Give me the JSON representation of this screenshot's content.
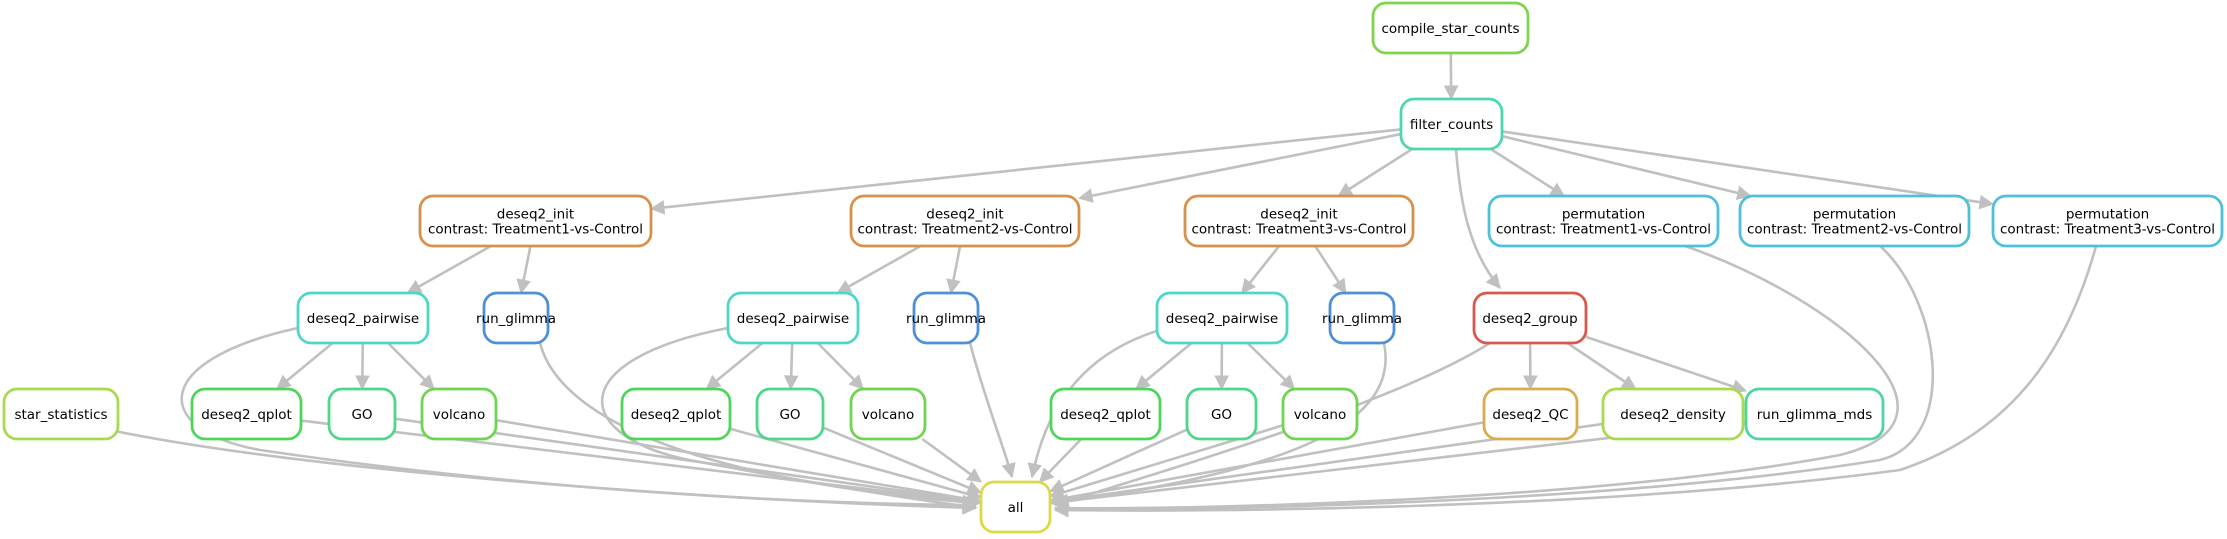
{
  "nodes": {
    "compile": {
      "lines": [
        "compile_star_counts"
      ],
      "color": "#7dd44e"
    },
    "filter": {
      "lines": [
        "filter_counts"
      ],
      "color": "#4ed6b0"
    },
    "init1": {
      "lines": [
        "deseq2_init",
        "contrast: Treatment1-vs-Control"
      ],
      "color": "#d9914a"
    },
    "init2": {
      "lines": [
        "deseq2_init",
        "contrast: Treatment2-vs-Control"
      ],
      "color": "#d9914a"
    },
    "init3": {
      "lines": [
        "deseq2_init",
        "contrast: Treatment3-vs-Control"
      ],
      "color": "#d9914a"
    },
    "perm1": {
      "lines": [
        "permutation",
        "contrast: Treatment1-vs-Control"
      ],
      "color": "#4ec0d9"
    },
    "perm2": {
      "lines": [
        "permutation",
        "contrast: Treatment2-vs-Control"
      ],
      "color": "#4ec0d9"
    },
    "perm3": {
      "lines": [
        "permutation",
        "contrast: Treatment3-vs-Control"
      ],
      "color": "#4ec0d9"
    },
    "pair1": {
      "lines": [
        "deseq2_pairwise"
      ],
      "color": "#4ed6c6"
    },
    "glimma1": {
      "lines": [
        "run_glimma"
      ],
      "color": "#4e8fd9"
    },
    "pair2": {
      "lines": [
        "deseq2_pairwise"
      ],
      "color": "#4ed6c6"
    },
    "glimma2": {
      "lines": [
        "run_glimma"
      ],
      "color": "#4e8fd9"
    },
    "pair3": {
      "lines": [
        "deseq2_pairwise"
      ],
      "color": "#4ed6c6"
    },
    "glimma3": {
      "lines": [
        "run_glimma"
      ],
      "color": "#4e8fd9"
    },
    "group": {
      "lines": [
        "deseq2_group"
      ],
      "color": "#d9584e"
    },
    "starstat": {
      "lines": [
        "star_statistics"
      ],
      "color": "#a9d94e"
    },
    "qplot1": {
      "lines": [
        "deseq2_qplot"
      ],
      "color": "#4ed65a"
    },
    "go1": {
      "lines": [
        "GO"
      ],
      "color": "#4ed68a"
    },
    "volcano1": {
      "lines": [
        "volcano"
      ],
      "color": "#6ed64e"
    },
    "qplot2": {
      "lines": [
        "deseq2_qplot"
      ],
      "color": "#4ed65a"
    },
    "go2": {
      "lines": [
        "GO"
      ],
      "color": "#4ed68a"
    },
    "volcano2": {
      "lines": [
        "volcano"
      ],
      "color": "#6ed64e"
    },
    "qplot3": {
      "lines": [
        "deseq2_qplot"
      ],
      "color": "#4ed65a"
    },
    "go3": {
      "lines": [
        "GO"
      ],
      "color": "#4ed68a"
    },
    "volcano3": {
      "lines": [
        "volcano"
      ],
      "color": "#6ed64e"
    },
    "qc": {
      "lines": [
        "deseq2_QC"
      ],
      "color": "#d9ad4e"
    },
    "density": {
      "lines": [
        "deseq2_density"
      ],
      "color": "#a9d94e"
    },
    "mds": {
      "lines": [
        "run_glimma_mds"
      ],
      "color": "#4ed6a0"
    },
    "all": {
      "lines": [
        "all"
      ],
      "color": "#d9d94e"
    }
  },
  "edges": [
    [
      "compile",
      "filter"
    ],
    [
      "filter",
      "init1"
    ],
    [
      "filter",
      "init2"
    ],
    [
      "filter",
      "init3"
    ],
    [
      "filter",
      "perm1"
    ],
    [
      "filter",
      "perm2"
    ],
    [
      "filter",
      "perm3"
    ],
    [
      "filter",
      "group"
    ],
    [
      "init1",
      "pair1"
    ],
    [
      "init1",
      "glimma1"
    ],
    [
      "init2",
      "pair2"
    ],
    [
      "init2",
      "glimma2"
    ],
    [
      "init3",
      "pair3"
    ],
    [
      "init3",
      "glimma3"
    ],
    [
      "pair1",
      "qplot1"
    ],
    [
      "pair1",
      "go1"
    ],
    [
      "pair1",
      "volcano1"
    ],
    [
      "pair2",
      "qplot2"
    ],
    [
      "pair2",
      "go2"
    ],
    [
      "pair2",
      "volcano2"
    ],
    [
      "pair3",
      "qplot3"
    ],
    [
      "pair3",
      "go3"
    ],
    [
      "pair3",
      "volcano3"
    ],
    [
      "group",
      "qc"
    ],
    [
      "group",
      "density"
    ],
    [
      "group",
      "mds"
    ],
    [
      "starstat",
      "all"
    ],
    [
      "qplot1",
      "all"
    ],
    [
      "go1",
      "all"
    ],
    [
      "volcano1",
      "all"
    ],
    [
      "pair1",
      "all"
    ],
    [
      "glimma1",
      "all"
    ],
    [
      "qplot2",
      "all"
    ],
    [
      "go2",
      "all"
    ],
    [
      "volcano2",
      "all"
    ],
    [
      "pair2",
      "all"
    ],
    [
      "glimma2",
      "all"
    ],
    [
      "qplot3",
      "all"
    ],
    [
      "go3",
      "all"
    ],
    [
      "volcano3",
      "all"
    ],
    [
      "pair3",
      "all"
    ],
    [
      "glimma3",
      "all"
    ],
    [
      "group",
      "all"
    ],
    [
      "qc",
      "all"
    ],
    [
      "density",
      "all"
    ],
    [
      "mds",
      "all"
    ],
    [
      "perm1",
      "all"
    ],
    [
      "perm2",
      "all"
    ],
    [
      "perm3",
      "all"
    ]
  ]
}
